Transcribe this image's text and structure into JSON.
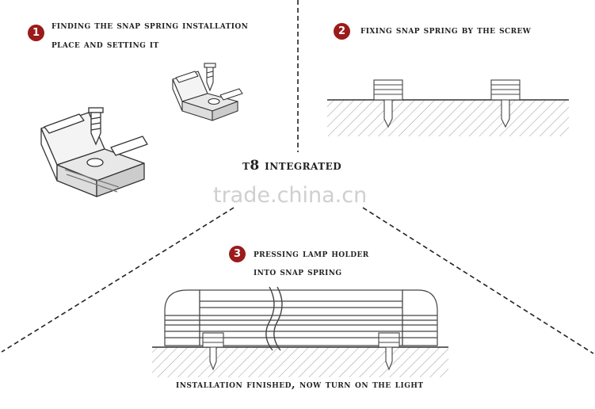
{
  "title": "T8 INTEGRATED",
  "watermark": "trade.china.cn",
  "accent_color": "#9b1b1b",
  "steps": [
    {
      "number": "1",
      "line1": "FINDING THE SNAP SPRING INSTALLATION",
      "line2": "PLACE AND SETTING IT"
    },
    {
      "number": "2",
      "line1": "FIXING SNAP SPRING BY THE SCREW"
    },
    {
      "number": "3",
      "line1": "PRESSING LAMP HOLDER",
      "line2": "INTO SNAP SPRING"
    }
  ],
  "footer": "INSTALLATION FINISHED, NOW TURN ON THE LIGHT"
}
